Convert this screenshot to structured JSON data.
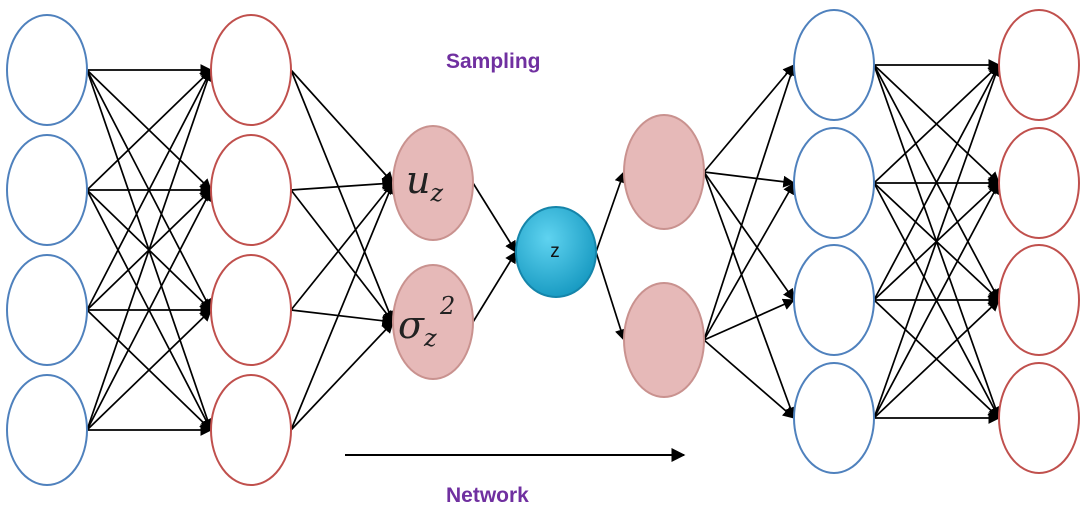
{
  "labels": {
    "sampling": "Sampling",
    "network": "Network"
  },
  "latent": {
    "mean_symbol": "u",
    "mean_subscript": "z",
    "var_symbol": "σ",
    "var_subscript": "z",
    "var_superscript": "2",
    "z_label": "z"
  },
  "colors": {
    "blue_outline": "#4f81bd",
    "red_outline": "#c0504d",
    "pink_fill": "#e6b9b8",
    "z_fill": "#1fb0d8",
    "label_purple": "#7030a0",
    "arrow": "#000000"
  }
}
